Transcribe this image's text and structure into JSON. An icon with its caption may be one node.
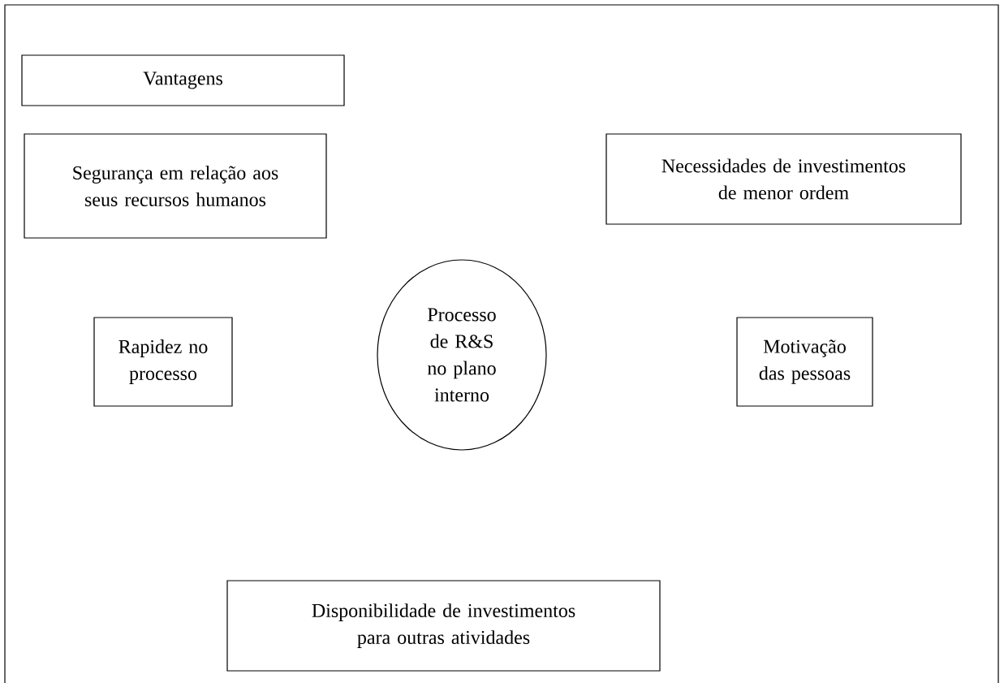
{
  "diagram": {
    "nodes": [
      {
        "text": [
          "Vantagens"
        ]
      },
      {
        "text": [
          "Segurança em relação aos seus recursos humanos"
        ]
      },
      {
        "text": [
          "Necessidades de investimentos de menor ordem"
        ]
      },
      {
        "text": [
          "Rapidez no processo"
        ]
      },
      {
        "text": [
          "Processo de R&S no plano interno"
        ]
      },
      {
        "text": [
          "Motivação das pessoas"
        ]
      },
      {
        "text": [
          "Disponibilidade de investimentos para outras atividades"
        ]
      }
    ]
  }
}
